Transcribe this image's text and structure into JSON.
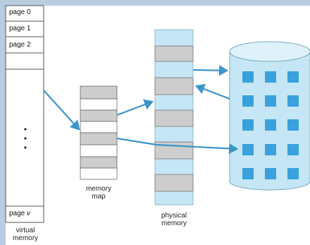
{
  "colors": {
    "background": "#b8cde0",
    "arrow": "#3b95c8",
    "physical_memory": "#c5e6f5",
    "disk": "#c5e6f5",
    "disk_block": "#3aa1dd",
    "page_frame": "#cdcdcd"
  },
  "virtual_memory": {
    "pages": [
      "page 0",
      "page 1",
      "page 2"
    ],
    "dots": "•",
    "last_page": "page ",
    "last_page_var": "v",
    "label_line1": "virtual",
    "label_line2": "memory"
  },
  "memory_map": {
    "label_line1": "memory",
    "label_line2": "map"
  },
  "physical_memory": {
    "label_line1": "physical",
    "label_line2": "memory"
  },
  "disk": {
    "icon": "disk-cylinder-icon"
  }
}
